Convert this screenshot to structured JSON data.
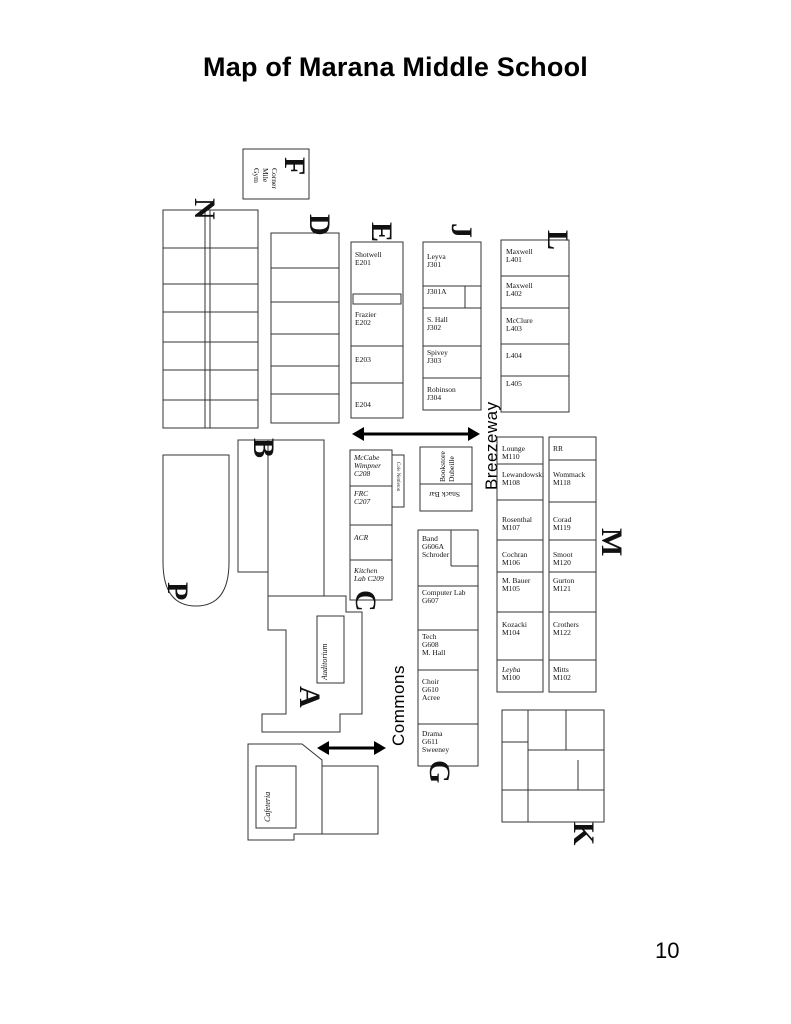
{
  "title": "Map of Marana Middle School",
  "page_number": "10",
  "labels": {
    "breezeway": "Breezeway",
    "commons": "Commons",
    "auditorium": "Auditorium",
    "cafeteria": "Cafeteria",
    "cole_nettleton": "Cole Nettleton",
    "snack_bar": "Snack Bar",
    "bookstore": "Bookstore",
    "dubeille": "Dubeille"
  },
  "wings": {
    "f": "F",
    "n": "N",
    "d": "D",
    "e": "E",
    "j": "J",
    "l": "L",
    "b": "B",
    "p": "P",
    "c": "C",
    "a": "A",
    "g": "G",
    "m": "M",
    "k": "K"
  },
  "gym": [
    "Gym",
    "Mile",
    "Corner"
  ],
  "rooms": {
    "e201_name": "Shotwell",
    "e201": "E201",
    "e202_name": "Frazier",
    "e202": "E202",
    "e203": "E203",
    "e204": "E204",
    "j301_name": "Leyva",
    "j301": "J301",
    "j301a": "J301A",
    "j302_name": "S. Hall",
    "j302": "J302",
    "j303_name": "Spivey",
    "j303": "J303",
    "j304_name": "Robinson",
    "j304": "J304",
    "l401_name": "Maxwell",
    "l401": "L401",
    "l402_name": "Maxwell",
    "l402": "L402",
    "l403_name": "McClure",
    "l403": "L403",
    "l404": "L404",
    "l405": "L405",
    "c208_name1": "McCabe",
    "c208_name2": "Wimpner",
    "c208": "C208",
    "c207_name": "FRC",
    "c207": "C207",
    "acr": "ACR",
    "c209_name1": "Kitchen",
    "c209_name2": "Lab  C209",
    "g606a_name": "Band",
    "g606a": "G606A",
    "g606a_teacher": "Schroder",
    "g607_name": "Computer  Lab",
    "g607": "G607",
    "g608_name": "Tech",
    "g608": "G608",
    "g608_teacher": "M. Hall",
    "g610_name": "Choir",
    "g610": "G610",
    "g610_teacher": "Acree",
    "g611_name": "Drama",
    "g611": "G611",
    "g611_teacher": "Sweeney",
    "m110_name": "Lounge",
    "m110": "M110",
    "rr": "RR",
    "m108_name": "Lewandowski",
    "m108": "M108",
    "m118_name": "Wommack",
    "m118": "M118",
    "m107_name": "Rosenthal",
    "m107": "M107",
    "m119_name": "Corad",
    "m119": "M119",
    "m106_name": "Cochran",
    "m106": "M106",
    "m120_name": "Smoot",
    "m120": "M120",
    "m105_name": "M. Bauer",
    "m105": "M105",
    "m121_name": "Gurton",
    "m121": "M121",
    "m104_name": "Kozacki",
    "m104": "M104",
    "m122_name": "Crothers",
    "m122": "M122",
    "m100_name": "Leyba",
    "m100": "M100",
    "m102_name": "Mitts",
    "m102": "M102"
  }
}
